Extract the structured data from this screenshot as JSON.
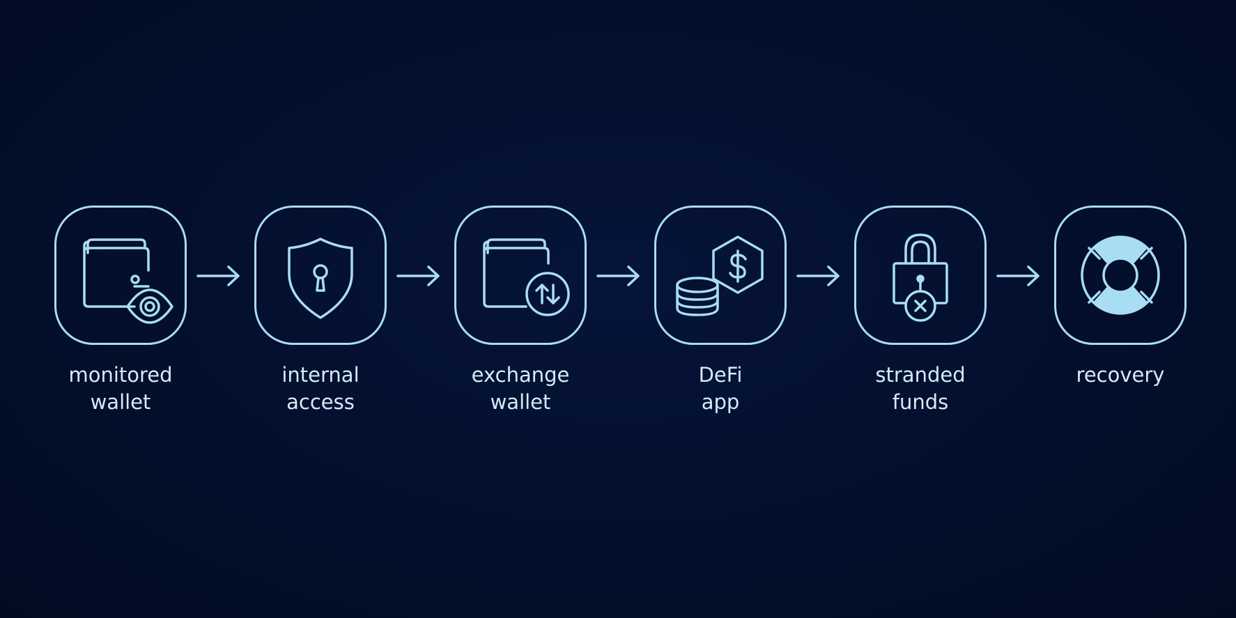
{
  "colors": {
    "background": "#020e29",
    "stroke": "#a9ddf3",
    "label": "#d4ebf7"
  },
  "steps": [
    {
      "icon": "wallet-eye-icon",
      "line1": "monitored",
      "line2": "wallet"
    },
    {
      "icon": "shield-keyhole-icon",
      "line1": "internal",
      "line2": "access"
    },
    {
      "icon": "wallet-exchange-icon",
      "line1": "exchange",
      "line2": "wallet"
    },
    {
      "icon": "coins-hexagon-dollar-icon",
      "line1": "DeFi",
      "line2": "app"
    },
    {
      "icon": "lock-x-icon",
      "line1": "stranded",
      "line2": "funds"
    },
    {
      "icon": "lifebuoy-icon",
      "line1": "recovery",
      "line2": ""
    }
  ]
}
